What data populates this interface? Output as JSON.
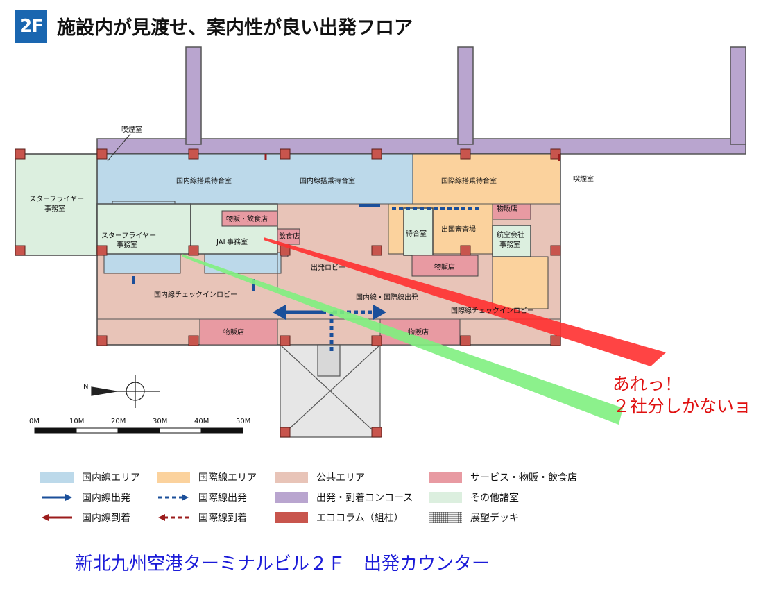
{
  "header": {
    "floor_badge": "2F",
    "title": "施設内が見渡せ、案内性が良い出発フロア"
  },
  "rooms": {
    "smoking_left": "喫煙室",
    "smoking_right": "喫煙室",
    "star_flyer_office_outer_l1": "スターフライヤー",
    "star_flyer_office_outer_l2": "事務室",
    "star_flyer_office_inner_l1": "スターフライヤー",
    "star_flyer_office_inner_l2": "事務室",
    "dom_waiting_1": "国内線搭乗待合室",
    "dom_waiting_2": "国内線搭乗待合室",
    "intl_waiting": "国際線搭乗待合室",
    "shop_food": "物販・飲食店",
    "jal_office": "JAL事務室",
    "restaurant": "飲食店",
    "waiting_room": "待合室",
    "immigration": "出国審査場",
    "shop_small": "物販店",
    "airline_office_l1": "航空会社",
    "airline_office_l2": "事務室",
    "shop_center": "物販店",
    "departure_lobby": "出発ロビー",
    "dom_checkin_lobby": "国内線チェックインロビー",
    "dom_intl_departure": "国内線・国際線出発",
    "intl_checkin_lobby": "国際線チェックインロビー",
    "shop_bottom_left": "物販店",
    "shop_bottom_right": "物販店"
  },
  "compass_label": "N",
  "scale": {
    "ticks": [
      "0M",
      "10M",
      "20M",
      "30M",
      "40M",
      "50M"
    ]
  },
  "legend": {
    "domestic_area": "国内線エリア",
    "international_area": "国際線エリア",
    "public_area": "公共エリア",
    "service_area": "サービス・物販・飲食店",
    "domestic_departure": "国内線出発",
    "international_departure": "国際線出発",
    "concourse": "出発・到着コンコース",
    "other_rooms": "その他諸室",
    "domestic_arrival": "国内線到着",
    "international_arrival": "国際線到着",
    "eco_column": "エココラム（組柱）",
    "observation_deck": "展望デッキ"
  },
  "colors": {
    "domestic": "#bcd9ea",
    "international": "#fbd29d",
    "public": "#e8c4b8",
    "service": "#e89aa2",
    "concourse": "#b9a5cf",
    "other": "#dcefdf",
    "column": "#c8554d",
    "blue_arrow": "#1b4f9a",
    "red_arrow": "#9b1c1c",
    "annotation_red": "#ff3030",
    "annotation_green": "#80f080"
  },
  "annotation": {
    "line1": "あれっ！",
    "line2": "２社分しかないョ"
  },
  "caption": "新北九州空港ターミナルビル２Ｆ　出発カウンター"
}
